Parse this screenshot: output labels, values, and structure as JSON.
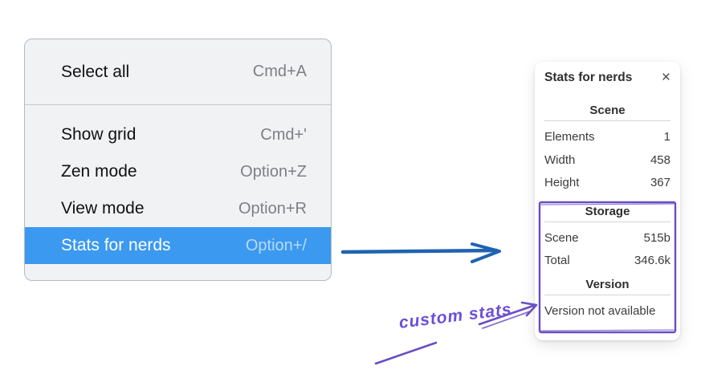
{
  "menu": {
    "items": [
      {
        "label": "Select all",
        "shortcut": "Cmd+A"
      },
      {
        "label": "Show grid",
        "shortcut": "Cmd+'"
      },
      {
        "label": "Zen mode",
        "shortcut": "Option+Z"
      },
      {
        "label": "View mode",
        "shortcut": "Option+R"
      },
      {
        "label": "Stats for nerds",
        "shortcut": "Option+/",
        "highlighted": true
      }
    ]
  },
  "panel": {
    "title": "Stats for nerds",
    "close_icon": "×",
    "sections": [
      {
        "heading": "Scene",
        "rows": [
          {
            "label": "Elements",
            "value": "1"
          },
          {
            "label": "Width",
            "value": "458"
          },
          {
            "label": "Height",
            "value": "367"
          }
        ]
      },
      {
        "heading": "Storage",
        "rows": [
          {
            "label": "Scene",
            "value": "515b"
          },
          {
            "label": "Total",
            "value": "346.6k"
          }
        ]
      },
      {
        "heading": "Version",
        "note": "Version not available"
      }
    ]
  },
  "annotation": {
    "label": "custom stats"
  },
  "colors": {
    "menu_highlight": "#3b99f0",
    "menu_background": "#f1f2f4",
    "flow_arrow_blue": "#1f63b0",
    "annotation_purple": "#6a4dc4",
    "annotation_text_purple": "#6b4fd8"
  }
}
